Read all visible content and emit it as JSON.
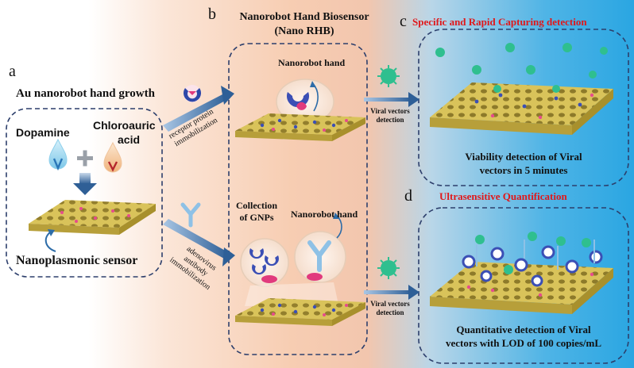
{
  "panel_a": {
    "letter": "a",
    "title": "Au nanorobot hand growth",
    "dopamine": "Dopamine",
    "chloroauric_line1": "Chloroauric",
    "chloroauric_line2": "acid",
    "plus": "+",
    "sensor_label": "Nanoplasmonic sensor"
  },
  "arrow_upper": {
    "line1": "receptor protein",
    "line2": "immobilization"
  },
  "arrow_lower": {
    "line1": "adenovirus",
    "line2": "antibody",
    "line3": "immobilization"
  },
  "panel_b": {
    "letter": "b",
    "title_line1": "Nanorobot Hand Biosensor",
    "title_line2": "(Nano RHB)",
    "hand_label_top": "Nanorobot hand",
    "gnp_line1": "Collection",
    "gnp_line2": "of GNPs",
    "hand_label_bottom": "Nanorobot hand"
  },
  "arrow_bc": {
    "line1": "Viral vectors",
    "line2": "detection"
  },
  "arrow_bd": {
    "line1": "Viral vectors",
    "line2": "detection"
  },
  "panel_c": {
    "letter": "c",
    "title": "Specific and Rapid Capturing detection",
    "caption_line1": "Viability detection of  Viral",
    "caption_line2": "vectors in 5 minutes"
  },
  "panel_d": {
    "letter": "d",
    "title": "Ultrasensitive Quantification",
    "caption_line1": "Quantitative detection of Viral",
    "caption_line2": "vectors with LOD of 100 copies/mL"
  },
  "colors": {
    "gold": "#d9c35a",
    "gold_dark": "#a8902c",
    "virus": "#2fbf8f",
    "red_title": "#e0181b",
    "arrow_blue": "#3f6fa3",
    "box_border": "#2d3f6c"
  }
}
